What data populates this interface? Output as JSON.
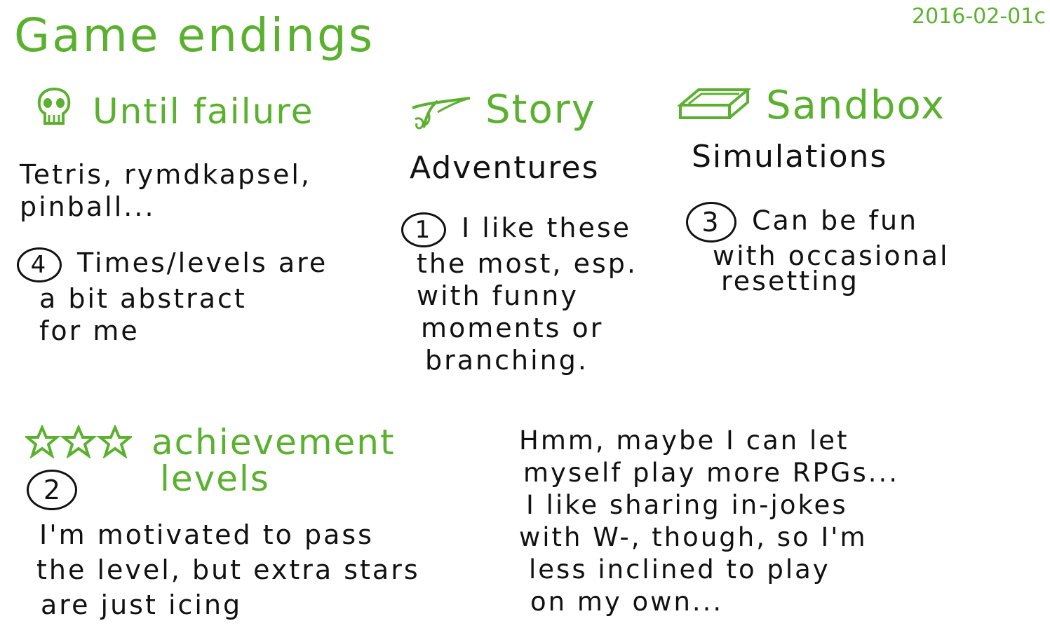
{
  "page": {
    "title": "Game endings",
    "date": "2016-02-01c",
    "accent": "#5bb12f",
    "ink": "#111111"
  },
  "sections": {
    "until_failure": {
      "icon": "skull-icon",
      "heading": "Until failure",
      "examples": [
        "Tetris, rymdkapsel,",
        "pinball..."
      ],
      "rating": "4",
      "comment": [
        "Times/levels are",
        "a bit abstract",
        "for me"
      ]
    },
    "story": {
      "icon": "quill-icon",
      "heading": "Story",
      "examples": [
        "Adventures"
      ],
      "rating": "1",
      "comment": [
        "I like these",
        "the most, esp.",
        "with funny",
        "moments or",
        "branching."
      ]
    },
    "sandbox": {
      "icon": "sandbox-icon",
      "heading": "Sandbox",
      "examples": [
        "Simulations"
      ],
      "rating": "3",
      "comment": [
        "Can be fun",
        "with occasional",
        "resetting"
      ]
    },
    "achievement": {
      "icon": "three-stars-icon",
      "heading": [
        "achievement",
        "levels"
      ],
      "rating": "2",
      "comment": [
        "I'm motivated to pass",
        "the level, but extra stars",
        "are just icing"
      ]
    }
  },
  "reflection": [
    "Hmm, maybe I can let",
    "myself play more RPGs...",
    "I like sharing in-jokes",
    "with W-, though, so I'm",
    "less inclined to play",
    "on my own..."
  ]
}
